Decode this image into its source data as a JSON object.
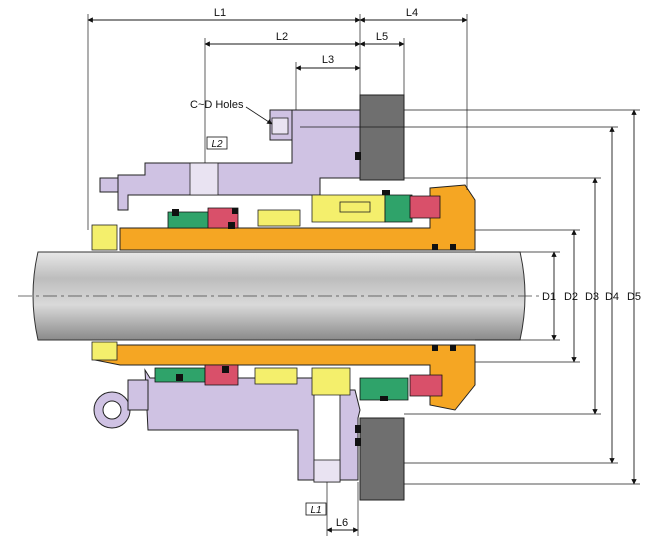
{
  "labels": {
    "L1": "L1",
    "L2": "L2",
    "L3": "L3",
    "L4": "L4",
    "L5": "L5",
    "L6": "L6",
    "D1": "D1",
    "D2": "D2",
    "D3": "D3",
    "D4": "D4",
    "D5": "D5",
    "holes": "C~D Holes",
    "box_L2": "L2",
    "box_L1": "L1"
  },
  "colors": {
    "gland": "#cfc2e3",
    "sleeve": "#f5a623",
    "seal_face_green": "#2fa36a",
    "seal_face_red": "#d9506a",
    "spring_parts": "#f4ef6c",
    "housing_wall": "#6f6f6f",
    "shaft": "#c8c8c8"
  }
}
